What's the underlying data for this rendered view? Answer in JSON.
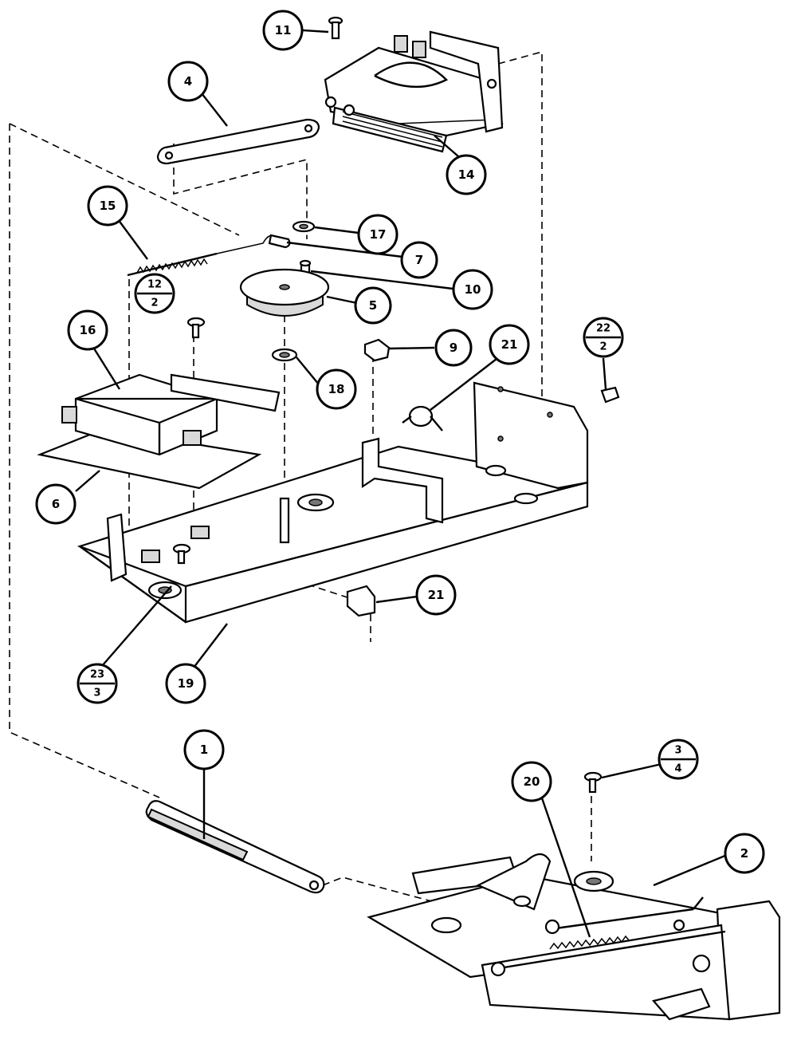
{
  "callouts": {
    "c1": "1",
    "c2": "2",
    "c3_4_top": "3",
    "c3_4_bottom": "4",
    "c4": "4",
    "c5": "5",
    "c6": "6",
    "c7": "7",
    "c9": "9",
    "c10": "10",
    "c11": "11",
    "c12_2_top": "12",
    "c12_2_bottom": "2",
    "c14": "14",
    "c15": "15",
    "c16": "16",
    "c17": "17",
    "c18": "18",
    "c19": "19",
    "c20": "20",
    "c21a": "21",
    "c21b": "21",
    "c22_2_top": "22",
    "c22_2_bottom": "2",
    "c23_3_top": "23",
    "c23_3_bottom": "3"
  }
}
